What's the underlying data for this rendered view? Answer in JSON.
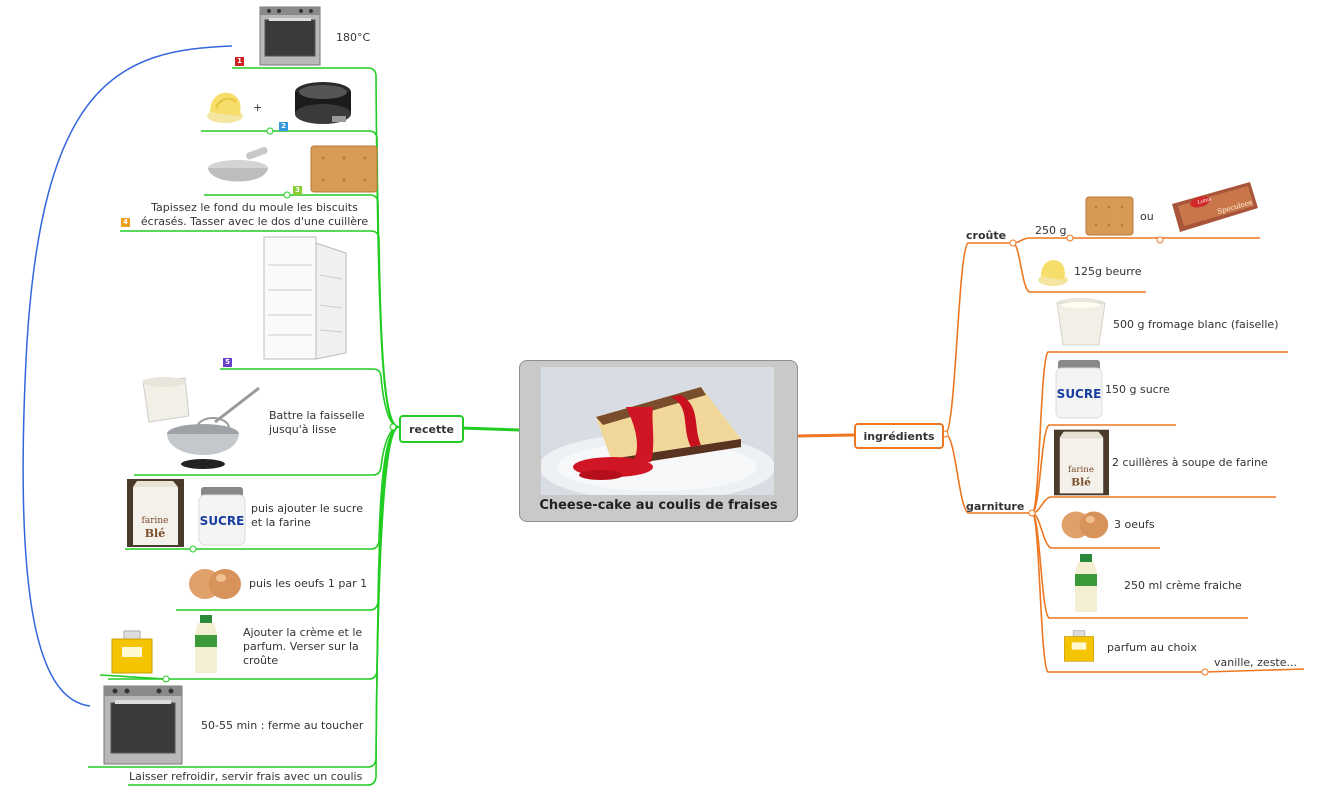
{
  "center": {
    "title": "Cheese-cake au coulis de fraises"
  },
  "branches": {
    "recette": "recette",
    "ingredients": "ingrédients",
    "croute": "croûte",
    "garniture": "garniture"
  },
  "recette": {
    "step1_temp": "180°C",
    "step2_plus": "+",
    "step4_text": "Tapissez le fond du moule les biscuits écrasés. Tasser avec le dos d'une cuillère",
    "step6_text": "Battre la faisselle jusqu'à lisse",
    "step7_text": "puis ajouter le sucre et la farine",
    "step8_text": "puis les oeufs 1 par 1",
    "step9_text": "Ajouter la crème et le parfum. Verser sur la croûte",
    "step10_text": "50-55 min : ferme au toucher",
    "step11_text": "Laisser refroidir, servir frais avec un coulis",
    "badges": [
      "1",
      "2",
      "3",
      "4",
      "5"
    ]
  },
  "ingredients_list": {
    "croute_qty": "250 g",
    "croute_or": "ou",
    "beurre": "125g beurre",
    "fromage": "500 g fromage blanc (faiselle)",
    "sucre": "150 g sucre",
    "farine": "2 cuillères à soupe de farine",
    "oeufs": "3 oeufs",
    "creme": "250 ml crème fraiche",
    "parfum": "parfum au choix",
    "parfum_detail": "vanille, zeste..."
  },
  "icons": {
    "sucre_label": "SUCRE",
    "farine_label": "farine",
    "farine_label2": "Blé",
    "speculoos_label": "Speculoos",
    "lotus_label": "Lotus"
  },
  "colors": {
    "recette_branch": "#22cc22",
    "ingredients_branch": "#ee7722",
    "loop_link": "#3366dd",
    "badge1": "#cc2222",
    "badge2": "#3399dd",
    "badge3": "#88cc33",
    "badge4": "#f0a020",
    "badge5": "#6a3fc8"
  }
}
